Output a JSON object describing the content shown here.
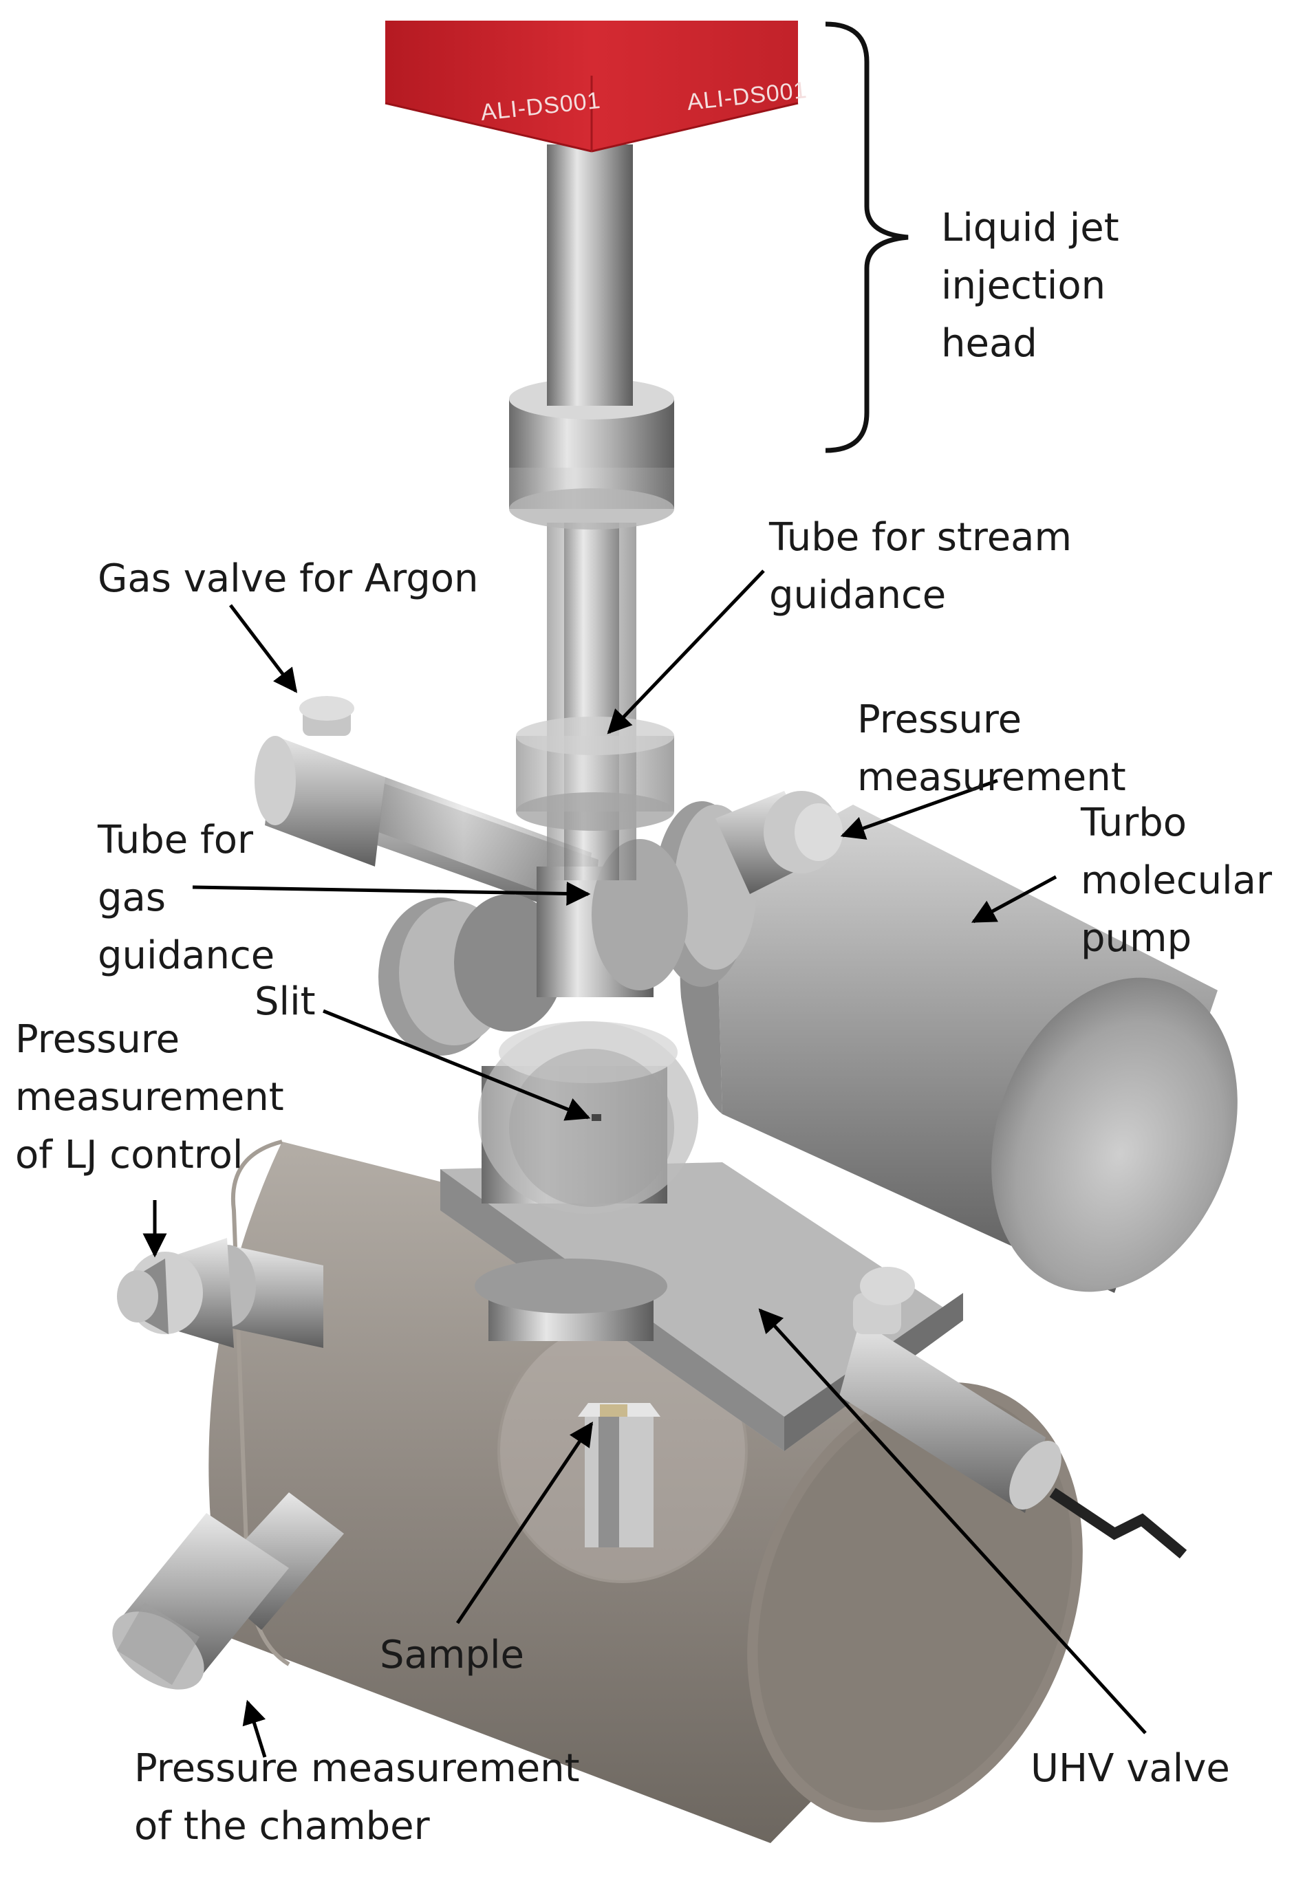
{
  "head_labels": [
    "ALI-DS001",
    "ALI-DS001"
  ],
  "labels": {
    "liquid_jet_head": [
      "Liquid jet",
      "injection",
      "head"
    ],
    "tube_stream": [
      "Tube for stream",
      "guidance"
    ],
    "gas_valve": [
      "Gas valve for Argon"
    ],
    "pressure_measurement_top": [
      "Pressure",
      "measurement"
    ],
    "turbo_pump": [
      "Turbo",
      "molecular",
      "pump"
    ],
    "tube_gas": [
      "Tube for",
      "gas",
      "guidance"
    ],
    "slit": [
      "Slit"
    ],
    "pressure_lj": [
      "Pressure",
      "measurement",
      "of LJ control"
    ],
    "sample": [
      "Sample"
    ],
    "pressure_chamber": [
      "Pressure measurement",
      "of the chamber"
    ],
    "uhv_valve": [
      "UHV valve"
    ]
  },
  "colors": {
    "head_red": "#c8202a",
    "metal_light": "#d9d9d9",
    "metal_mid": "#a9a9a9",
    "metal_dark": "#6f6f6f",
    "chamber": "#8e877f",
    "arrow": "#000000"
  }
}
